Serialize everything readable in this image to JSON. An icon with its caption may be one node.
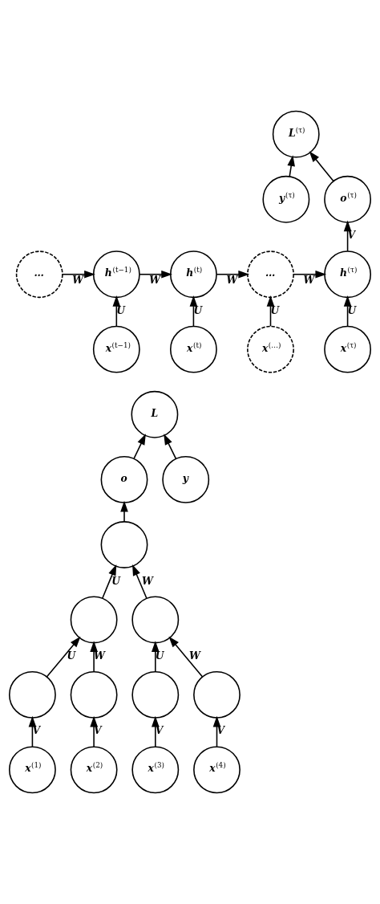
{
  "diagram": {
    "nodes": [
      {
        "text": [
          "L$^{(τ)}$"
        ]
      },
      {
        "text": [
          "y$^{(τ)}$"
        ]
      },
      {
        "text": [
          "o$^{(τ)}$"
        ]
      },
      {
        "text": [
          "…"
        ]
      },
      {
        "text": [
          "h$^{(t−1)}$"
        ]
      },
      {
        "text": [
          "h$^{(t)}$"
        ]
      },
      {
        "text": [
          "…"
        ]
      },
      {
        "text": [
          "h$^{(τ)}$"
        ]
      },
      {
        "text": [
          "x$^{(t−1)}$"
        ]
      },
      {
        "text": [
          "x$^{(t)}$"
        ]
      },
      {
        "text": [
          "x$^{(…)}$"
        ]
      },
      {
        "text": [
          "x$^{(τ)}$"
        ]
      },
      {
        "text": [
          "L"
        ]
      },
      {
        "text": [
          "o"
        ]
      },
      {
        "text": [
          "y"
        ]
      },
      {
        "text": [],
        "shape": "circle"
      },
      {
        "text": [],
        "shape": "circle"
      },
      {
        "text": [],
        "shape": "circle"
      },
      {
        "text": [],
        "shape": "circle"
      },
      {
        "text": [],
        "shape": "circle"
      },
      {
        "text": [],
        "shape": "circle"
      },
      {
        "text": [],
        "shape": "circle"
      },
      {
        "text": [
          "x$^{(1)}$"
        ]
      },
      {
        "text": [
          "x$^{(2)}$"
        ]
      },
      {
        "text": [
          "x$^{(3)}$"
        ]
      },
      {
        "text": [
          "x$^{(4)}$"
        ]
      }
    ],
    "edges": [
      {
        "from": 1,
        "to": 0,
        "arrow": "to"
      },
      {
        "from": 2,
        "to": 0,
        "arrow": "to"
      },
      {
        "from": 7,
        "to": 2,
        "arrow": "to",
        "label": "V"
      },
      {
        "from": 3,
        "to": 4,
        "arrow": "to",
        "label": "W"
      },
      {
        "from": 4,
        "to": 5,
        "arrow": "to",
        "label": "W"
      },
      {
        "from": 5,
        "to": 6,
        "arrow": "to",
        "label": "W"
      },
      {
        "from": 6,
        "to": 7,
        "arrow": "to",
        "label": "W"
      },
      {
        "from": 8,
        "to": 4,
        "arrow": "to",
        "label": "U"
      },
      {
        "from": 9,
        "to": 5,
        "arrow": "to",
        "label": "U"
      },
      {
        "from": 10,
        "to": 6,
        "arrow": "to",
        "label": "U"
      },
      {
        "from": 11,
        "to": 7,
        "arrow": "to",
        "label": "U"
      },
      {
        "from": 13,
        "to": 12,
        "arrow": "to"
      },
      {
        "from": 14,
        "to": 12,
        "arrow": "to"
      },
      {
        "from": 15,
        "to": 13,
        "arrow": "to"
      },
      {
        "from": 16,
        "to": 15,
        "arrow": "to",
        "label": "U"
      },
      {
        "from": 17,
        "to": 15,
        "arrow": "to",
        "label": "W"
      },
      {
        "from": 18,
        "to": 16,
        "arrow": "to",
        "label": "U"
      },
      {
        "from": 19,
        "to": 16,
        "arrow": "to",
        "label": "W"
      },
      {
        "from": 20,
        "to": 17,
        "arrow": "to",
        "label": "U"
      },
      {
        "from": 21,
        "to": 17,
        "arrow": "to",
        "label": "W"
      },
      {
        "from": 22,
        "to": 18,
        "arrow": "to",
        "label": "V"
      },
      {
        "from": 23,
        "to": 19,
        "arrow": "to",
        "label": "V"
      },
      {
        "from": 24,
        "to": 20,
        "arrow": "to",
        "label": "V"
      },
      {
        "from": 25,
        "to": 21,
        "arrow": "to",
        "label": "V"
      }
    ]
  }
}
